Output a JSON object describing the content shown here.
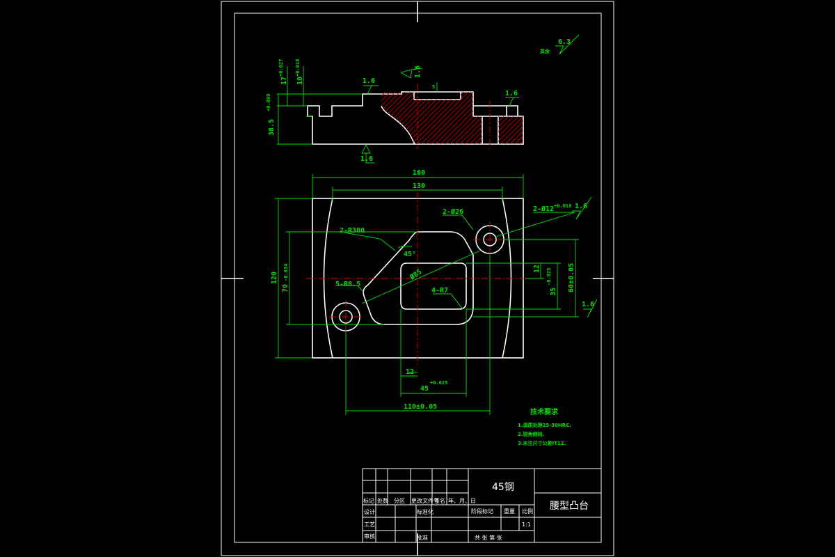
{
  "colors": {
    "background": "#000000",
    "outline": "#ffffff",
    "dimension": "#00e000",
    "centerline": "#e00000"
  },
  "surface_finish": {
    "rest_label": "其余",
    "rest_value": "6.3",
    "value": "1.6"
  },
  "section_view": {
    "dims": {
      "d17": "17",
      "d17_tol_upper": "+0.027",
      "d10": "10",
      "d10_tol_upper": "+0.018",
      "d38": "38.5",
      "d38_tol_upper": "+0.009",
      "d5": "5"
    }
  },
  "plan_view": {
    "dims": {
      "width_overall": "160",
      "width_inner": "130",
      "height_overall": "120",
      "height_inner": "70",
      "height_inner_tol_lower": "-0.034",
      "hole_large": "2-Ø26",
      "hole_small": "2-Ø12",
      "hole_small_tol": "+0.018",
      "arc_r": "2-R300",
      "angle": "45°",
      "slot_dia": "Ø85",
      "r_corner": "5-R8.5",
      "r_inner": "4-R7",
      "d12_right": "12",
      "d35": "35",
      "d35_tol": "-0.025",
      "d60": "60±0.05",
      "d12_bottom": "12",
      "d45": "45",
      "d45_tol": "+0.025",
      "d110": "110±0.05"
    }
  },
  "technical_requirements": {
    "title": "技术要求",
    "items": [
      "1.调质处理25-30HRC.",
      "2.锐角倒钝.",
      "3.未注尺寸公差IT12."
    ]
  },
  "title_block": {
    "material": "45钢",
    "part_name": "腰型凸台",
    "header_labels": [
      "标记",
      "处数",
      "分区",
      "更改文件号",
      "签名",
      "年、月、日"
    ],
    "row_design": [
      "设计",
      "",
      "",
      "标准化"
    ],
    "row_review": [
      "审核"
    ],
    "row_craft": [
      "工艺",
      "",
      "",
      "批准"
    ],
    "stage_label": "阶段标记",
    "weight_label": "重量",
    "scale_label": "比例",
    "scale_value": "1:1",
    "sheet_label": "共  张  第  张"
  }
}
